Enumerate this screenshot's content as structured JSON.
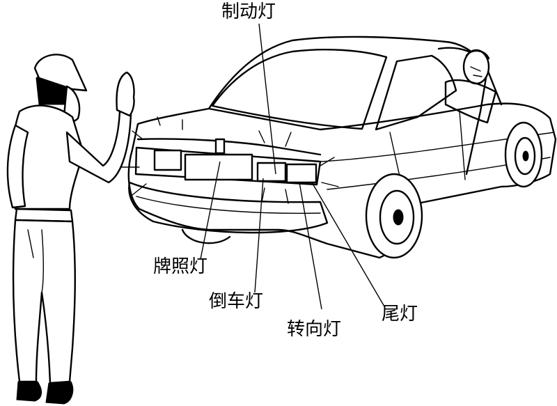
{
  "labels": {
    "brake_light": "制动灯",
    "license_plate_light": "牌照灯",
    "reverse_light": "倒车灯",
    "turn_signal": "转向灯",
    "tail_light": "尾灯"
  },
  "colors": {
    "ink": "#000000",
    "paper": "#ffffff"
  }
}
